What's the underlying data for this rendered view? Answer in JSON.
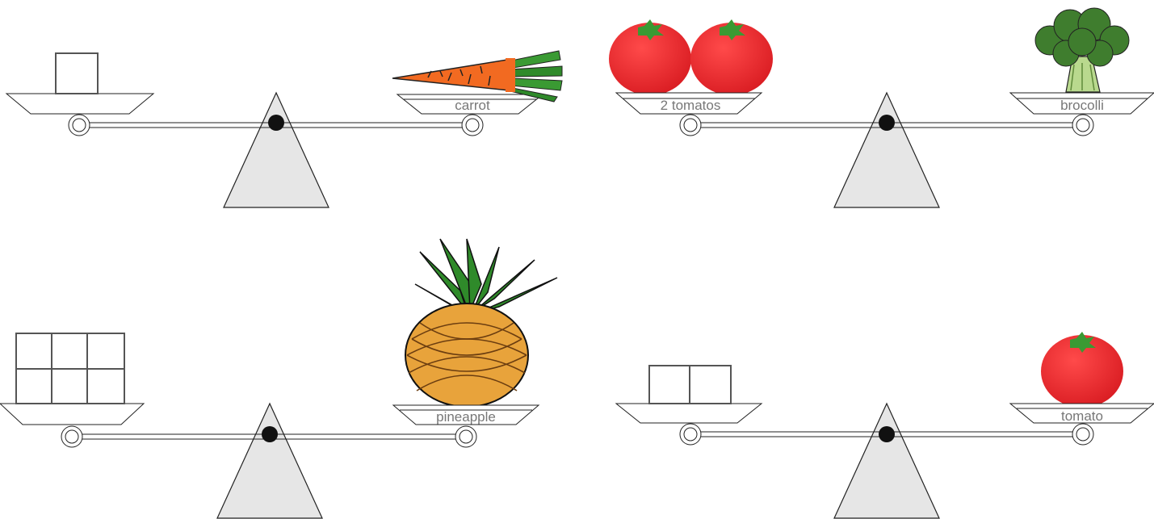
{
  "scales": [
    {
      "id": "scale-1",
      "left": {
        "blocks": 1,
        "label": ""
      },
      "right": {
        "item": "carrot",
        "label": "carrot"
      }
    },
    {
      "id": "scale-2",
      "left": {
        "item": "tomato",
        "count": 2,
        "label": "2 tomatos"
      },
      "right": {
        "item": "broccoli",
        "label": "brocolli"
      }
    },
    {
      "id": "scale-3",
      "left": {
        "blocks": 6,
        "label": ""
      },
      "right": {
        "item": "pineapple",
        "label": "pineapple"
      }
    },
    {
      "id": "scale-4",
      "left": {
        "blocks": 2,
        "label": ""
      },
      "right": {
        "item": "tomato",
        "label": "tomato"
      }
    }
  ],
  "colors": {
    "outline": "#222222",
    "fulcrum_fill": "#e6e6e6",
    "pivot": "#111111",
    "tomato": "#e8262b",
    "leaf_green": "#3a9a33",
    "carrot": "#f26a21",
    "broccoli": "#3f7d2e",
    "pineapple": "#e8a33b",
    "label": "#777777"
  }
}
